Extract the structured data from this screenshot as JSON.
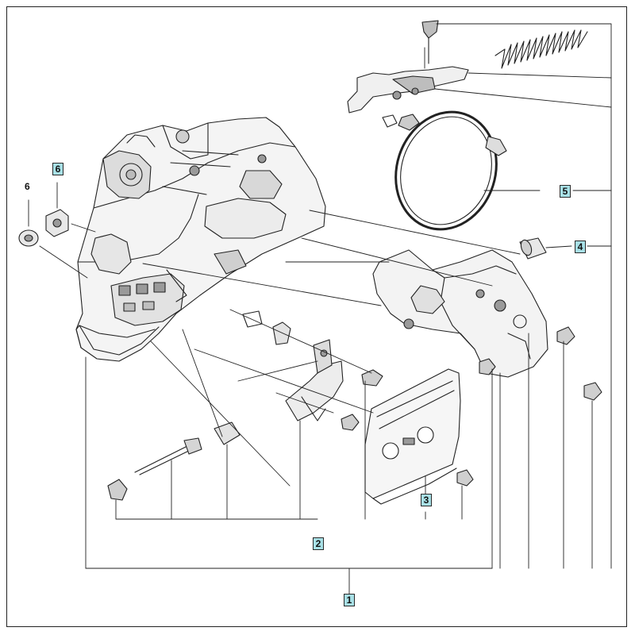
{
  "colors": {
    "line": "#222222",
    "callout_fill": "#a8e0e6",
    "part_shade": "#9a9a9a"
  },
  "callouts": [
    {
      "id": "c1",
      "text": "1",
      "highlighted": true
    },
    {
      "id": "c2",
      "text": "2",
      "highlighted": true
    },
    {
      "id": "c3",
      "text": "3",
      "highlighted": true
    },
    {
      "id": "c4",
      "text": "4",
      "highlighted": true
    },
    {
      "id": "c5",
      "text": "5",
      "highlighted": true
    },
    {
      "id": "c6a",
      "text": "6",
      "highlighted": false
    },
    {
      "id": "c6b",
      "text": "6",
      "highlighted": true
    }
  ]
}
